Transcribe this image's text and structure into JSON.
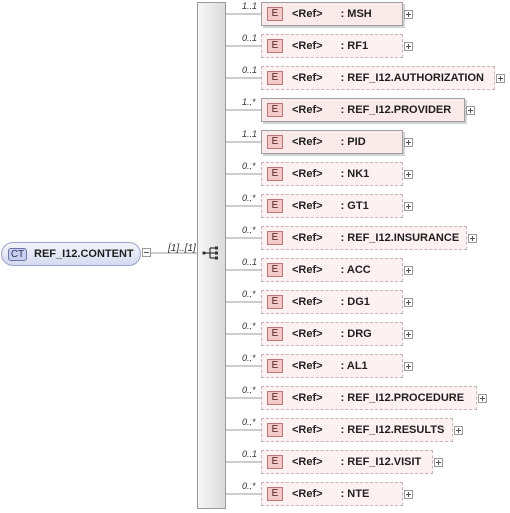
{
  "complex_type": {
    "badge": "CT",
    "name": "REF_I12.CONTENT",
    "cardinality": "[1]..[1]"
  },
  "elements": [
    {
      "badge": "E",
      "ref": "<Ref>",
      "name": ": MSH",
      "card": "1..1",
      "required": true
    },
    {
      "badge": "E",
      "ref": "<Ref>",
      "name": ": RF1",
      "card": "0..1",
      "required": false
    },
    {
      "badge": "E",
      "ref": "<Ref>",
      "name": ": REF_I12.AUTHORIZATION",
      "card": "0..1",
      "required": false
    },
    {
      "badge": "E",
      "ref": "<Ref>",
      "name": ": REF_I12.PROVIDER",
      "card": "1..*",
      "required": true
    },
    {
      "badge": "E",
      "ref": "<Ref>",
      "name": ": PID",
      "card": "1..1",
      "required": true
    },
    {
      "badge": "E",
      "ref": "<Ref>",
      "name": ": NK1",
      "card": "0..*",
      "required": false
    },
    {
      "badge": "E",
      "ref": "<Ref>",
      "name": ": GT1",
      "card": "0..*",
      "required": false
    },
    {
      "badge": "E",
      "ref": "<Ref>",
      "name": ": REF_I12.INSURANCE",
      "card": "0..*",
      "required": false
    },
    {
      "badge": "E",
      "ref": "<Ref>",
      "name": ": ACC",
      "card": "0..1",
      "required": false
    },
    {
      "badge": "E",
      "ref": "<Ref>",
      "name": ": DG1",
      "card": "0..*",
      "required": false
    },
    {
      "badge": "E",
      "ref": "<Ref>",
      "name": ": DRG",
      "card": "0..*",
      "required": false
    },
    {
      "badge": "E",
      "ref": "<Ref>",
      "name": ": AL1",
      "card": "0..*",
      "required": false
    },
    {
      "badge": "E",
      "ref": "<Ref>",
      "name": ": REF_I12.PROCEDURE",
      "card": "0..*",
      "required": false
    },
    {
      "badge": "E",
      "ref": "<Ref>",
      "name": ": REF_I12.RESULTS",
      "card": "0..*",
      "required": false
    },
    {
      "badge": "E",
      "ref": "<Ref>",
      "name": ": REF_I12.VISIT",
      "card": "0..1",
      "required": false
    },
    {
      "badge": "E",
      "ref": "<Ref>",
      "name": ": NTE",
      "card": "0..*",
      "required": false
    }
  ]
}
